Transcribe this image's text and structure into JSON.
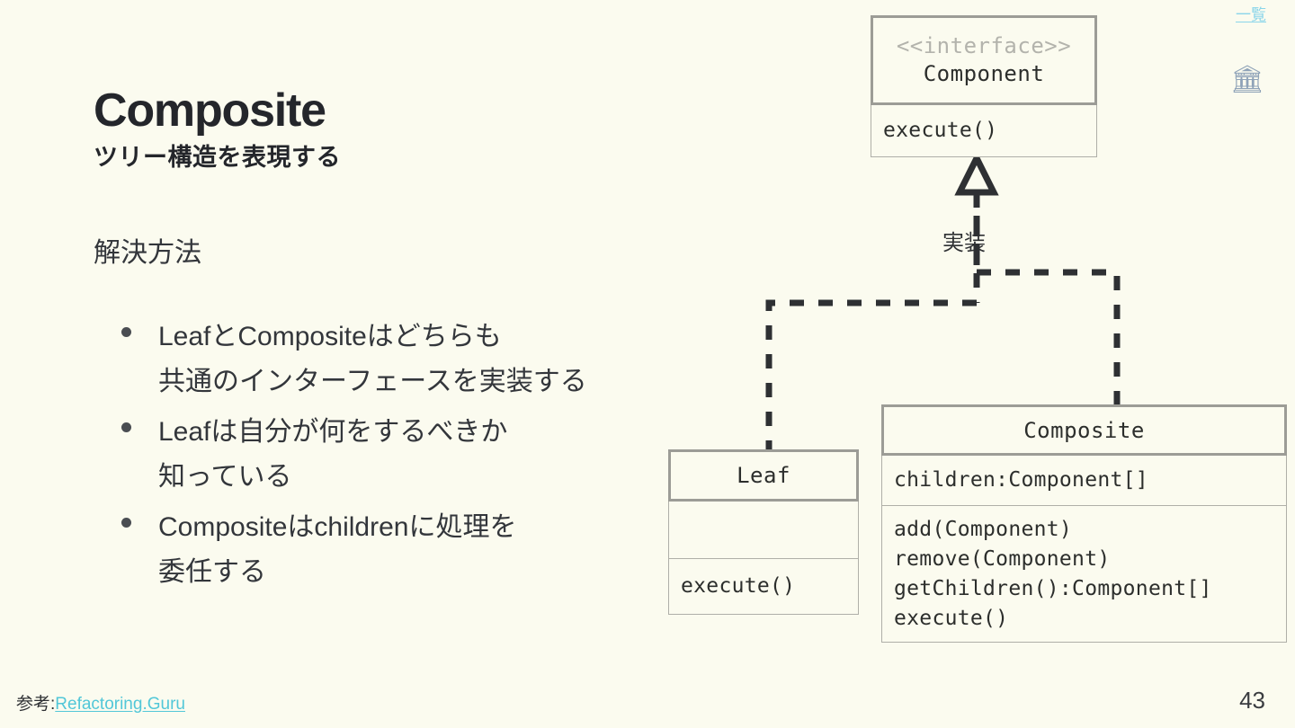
{
  "slide": {
    "page_number": "43",
    "background_color": "#FBFBEF",
    "accent_link_color": "#52C7D8",
    "toc_link_color": "#8AD5EA"
  },
  "header": {
    "toc_link": "一覧",
    "building_icon": "🏛",
    "title": "Composite",
    "subtitle": "ツリー構造を表現する"
  },
  "body": {
    "section_heading": "解決方法",
    "bullets": [
      "LeafとCompositeはどちらも\n共通のインターフェースを実装する",
      "Leafは自分が何をするべきか\n知っている",
      "Compositeはchildrenに処理を\n委任する"
    ]
  },
  "diagram": {
    "edge_label": "実装",
    "component": {
      "stereotype": "<<interface>>",
      "name": "Component",
      "methods": [
        "execute()"
      ]
    },
    "leaf": {
      "name": "Leaf",
      "attributes": [],
      "methods": [
        "execute()"
      ]
    },
    "composite": {
      "name": "Composite",
      "attributes": [
        "children:Component[]"
      ],
      "methods": [
        "add(Component)",
        "remove(Component)",
        "getChildren():Component[]",
        "execute()"
      ]
    }
  },
  "footer": {
    "reference_prefix": "参考:",
    "reference_link": "Refactoring.Guru"
  }
}
